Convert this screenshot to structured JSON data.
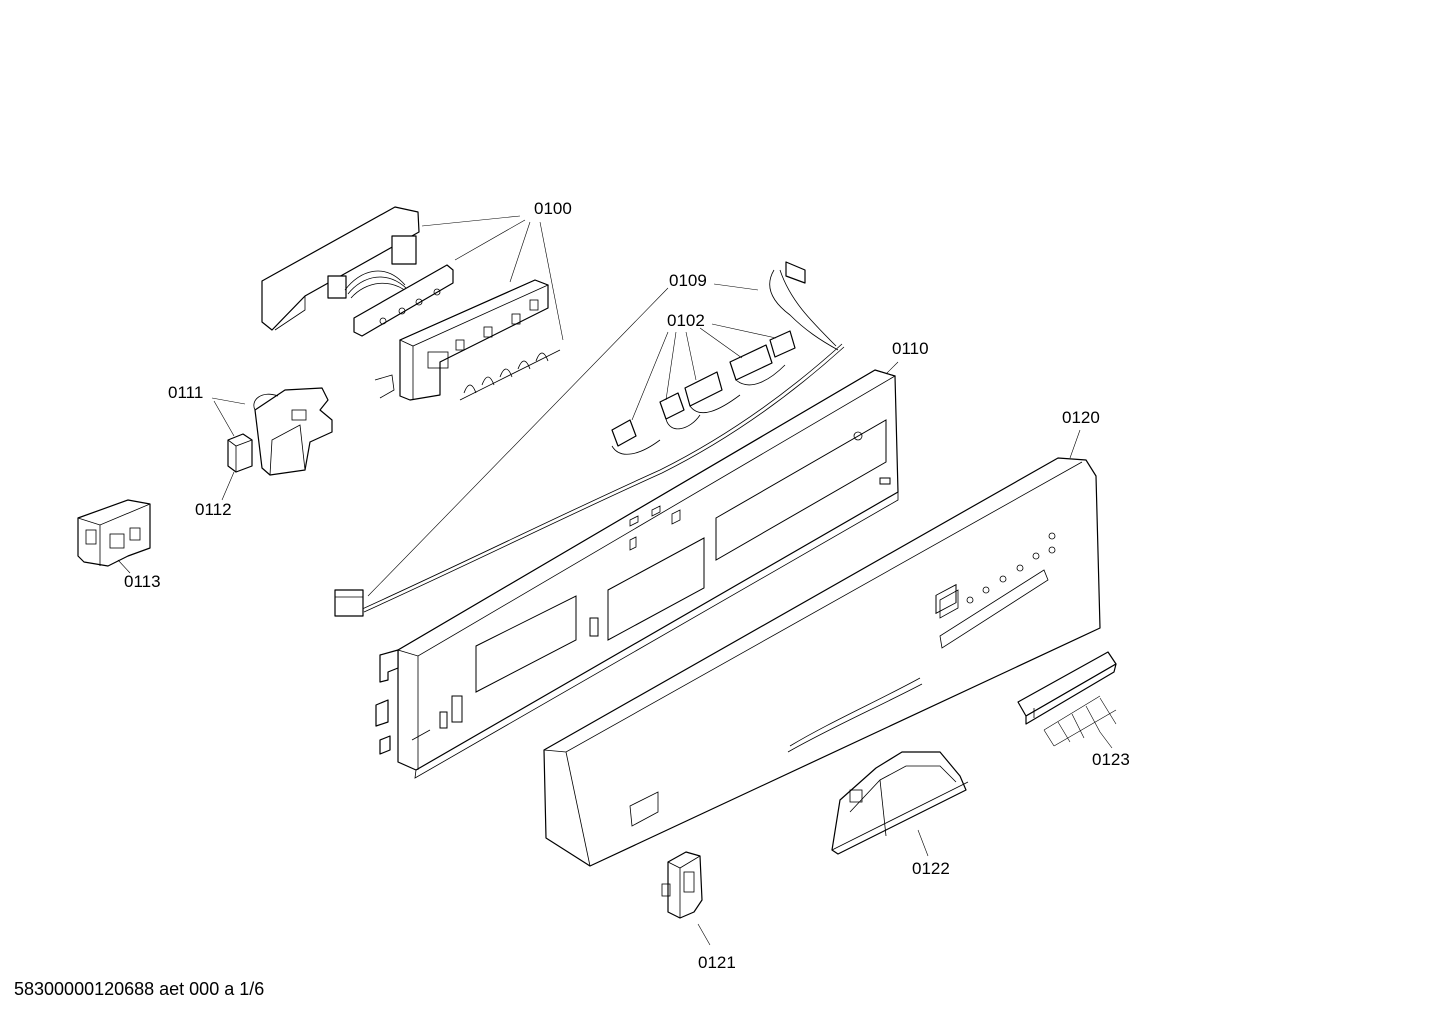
{
  "labels": {
    "p0100": "0100",
    "p0109": "0109",
    "p0102": "0102",
    "p0110": "0110",
    "p0111": "0111",
    "p0112": "0112",
    "p0113": "0113",
    "p0120": "0120",
    "p0123": "0123",
    "p0122": "0122",
    "p0121": "0121"
  },
  "footer": "58300000120688 aet 000 a 1/6"
}
